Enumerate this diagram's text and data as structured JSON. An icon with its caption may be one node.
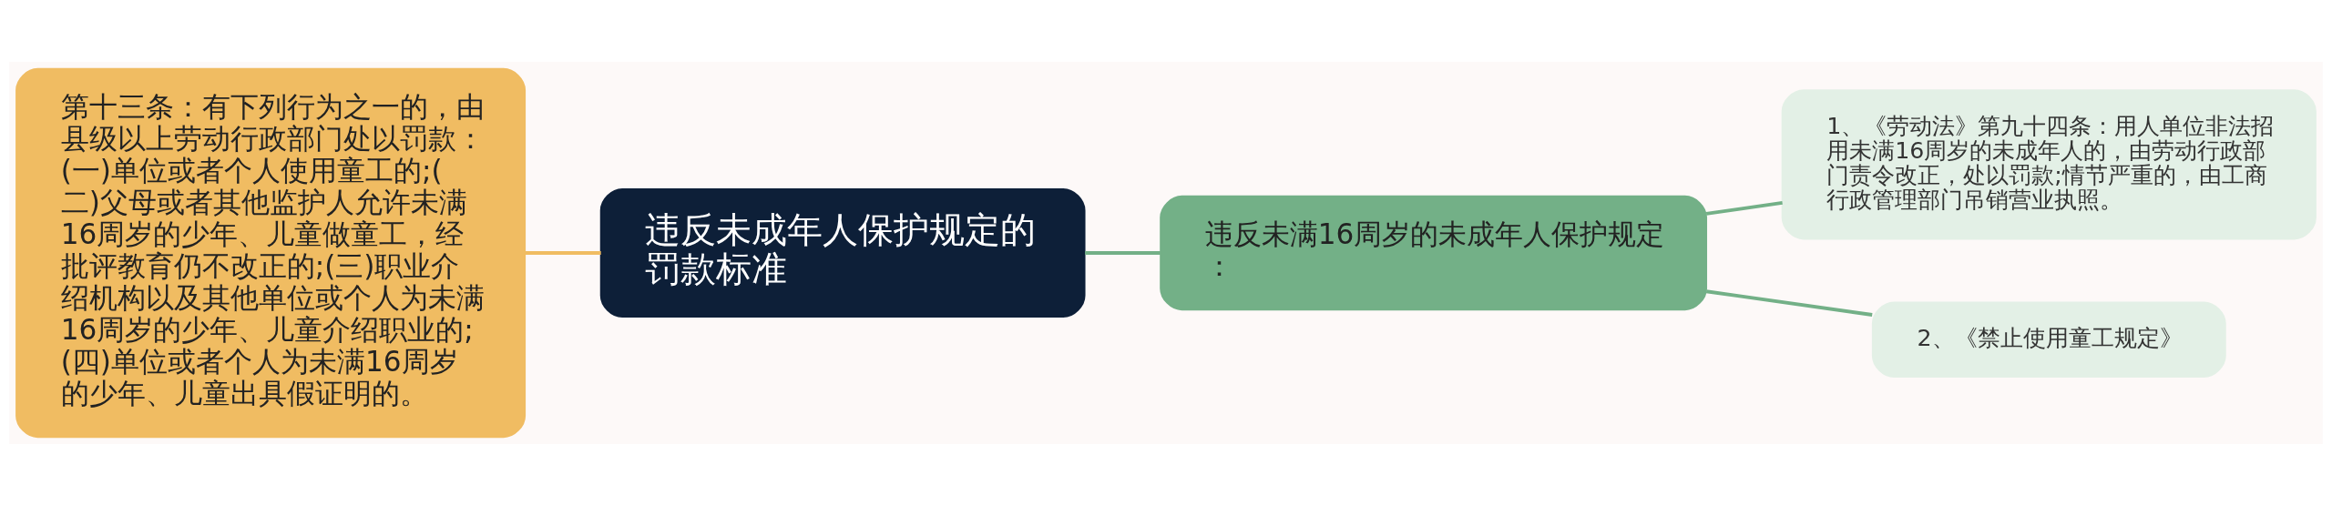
{
  "diagram": {
    "nodes": [
      {
        "text": [
          "违反未成年人保护规定的罚款标准"
        ]
      },
      {
        "text": [
          "第十三条：有下列行为之一的，由县级以上劳动行政部门处以罚款：(一)单位或者个人使用童工的;(二)父母或者其他监护人允许未满16周岁的少年、儿童做童工，经批评教育仍不改正的;(三)职业介绍机构以及其他单位或个人为未满16周岁的少年、儿童介绍职业的;(四)单位或者个人为未满16周岁的少年、儿童出具假证明的。"
        ]
      },
      {
        "text": [
          "违反未满16周岁的未成年人保护规定："
        ]
      },
      {
        "text": [
          "1、《劳动法》第九十四条：用人单位非法招用未满16周岁的未成年人的，由劳动行政部门责令改正，处以罚款;情节严重的，由工商行政管理部门吊销营业执照。"
        ]
      },
      {
        "text": [
          "2、《禁止使用童工规定》"
        ]
      }
    ],
    "edges": [
      {
        "from": 0,
        "to": 1,
        "arrow": "none",
        "color": "#f0bc62"
      },
      {
        "from": 0,
        "to": 2,
        "arrow": "none"
      },
      {
        "from": 2,
        "to": 3,
        "arrow": "none"
      },
      {
        "from": 2,
        "to": 4,
        "arrow": "none"
      }
    ]
  }
}
